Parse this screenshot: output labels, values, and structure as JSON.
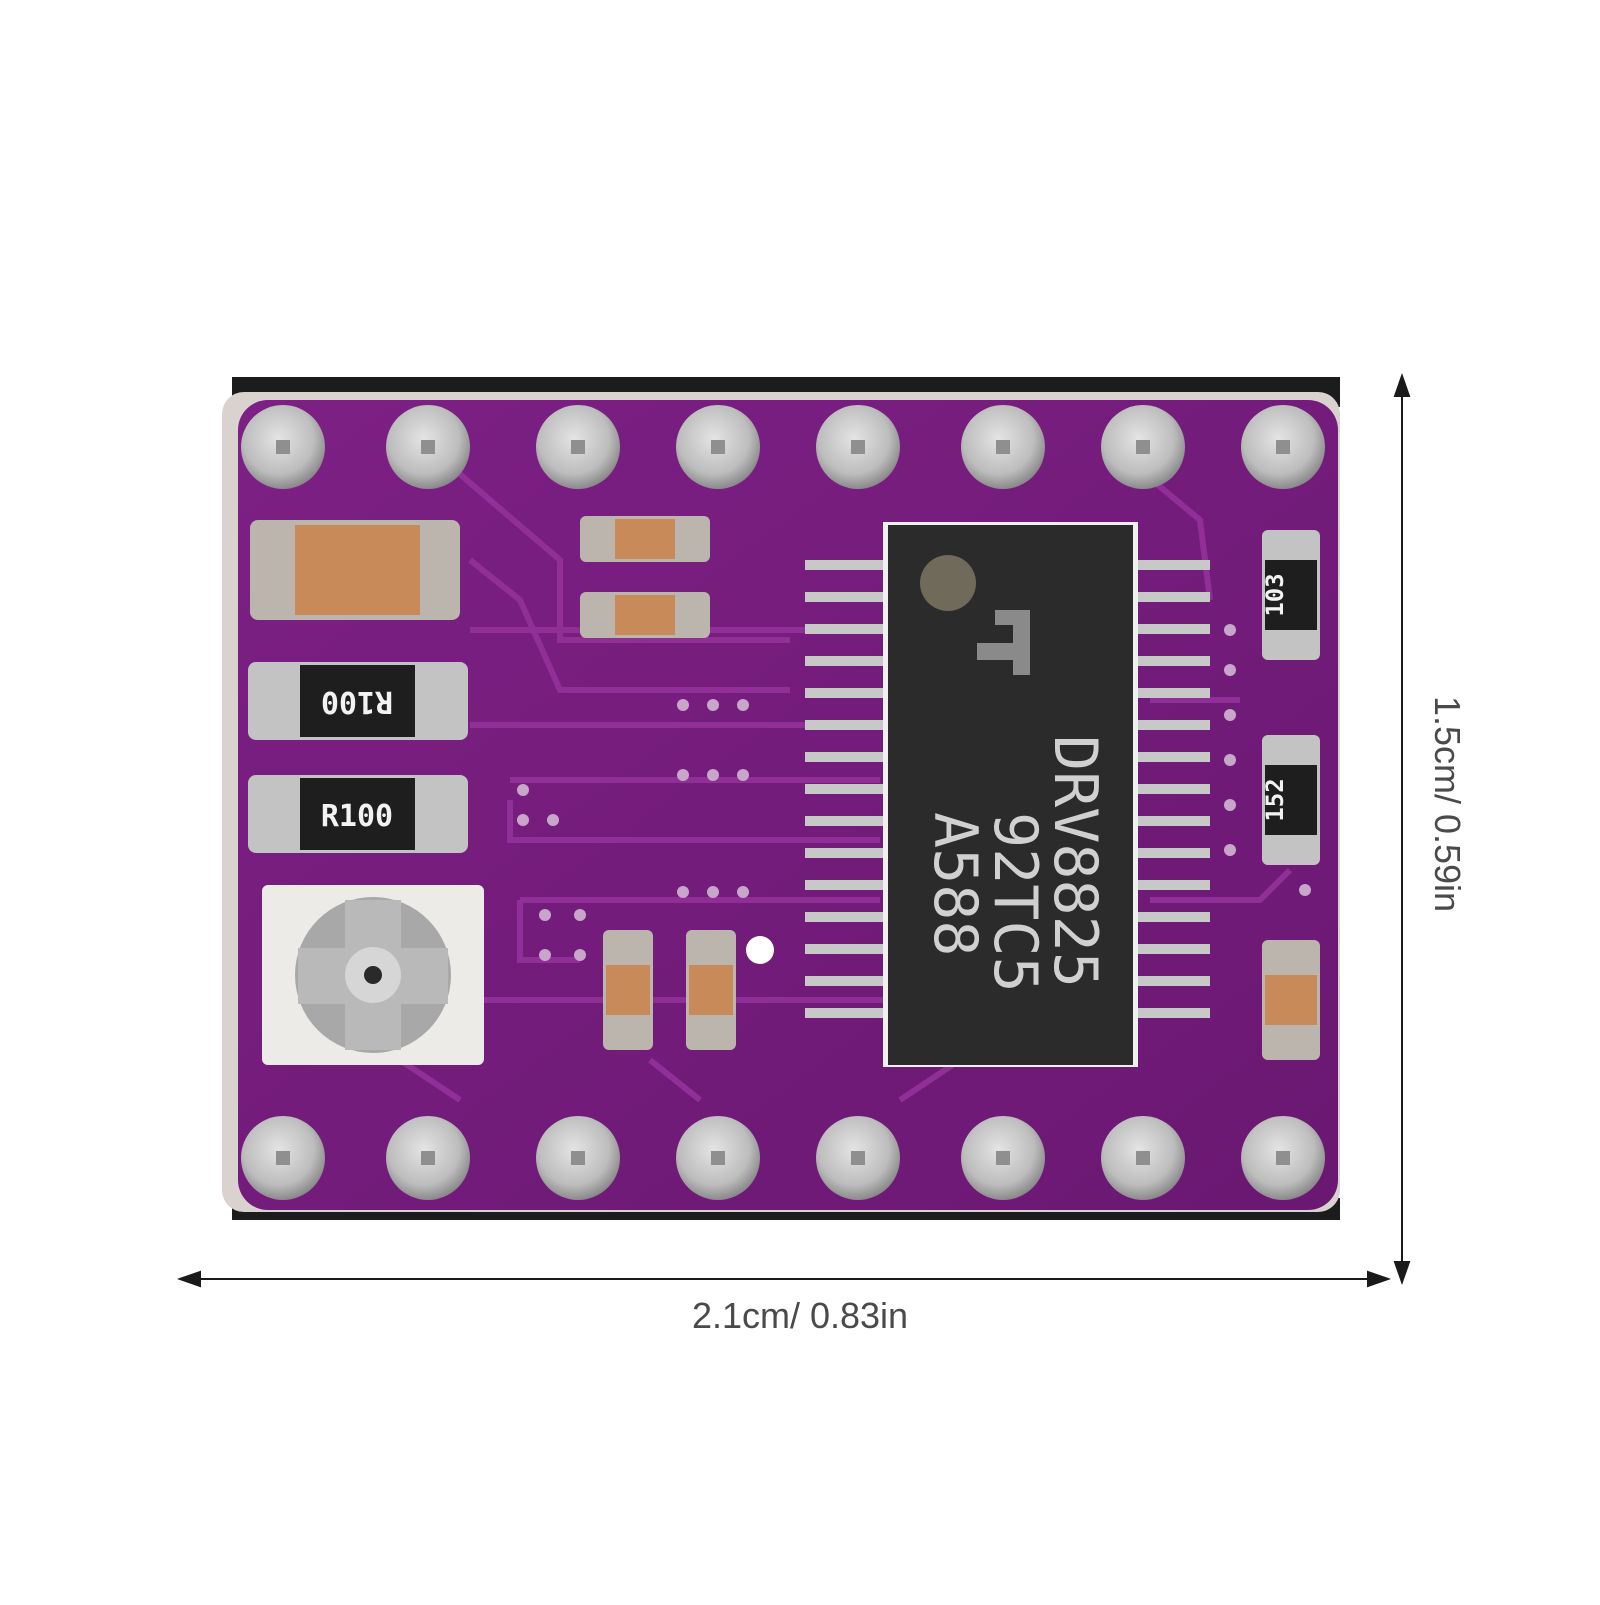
{
  "product_photo": {
    "name": "stepper motor driver board",
    "colors": {
      "board": "#7b1f82",
      "board_trace": "#8e2a94",
      "chip": "#2b2b2b",
      "pin": "#c8c8c8",
      "capacitor": "#c98a5a"
    },
    "driver_chip": {
      "line1": "DRV8825",
      "line2": "92TC5",
      "line3": "A588"
    },
    "resistors": {
      "sense_1": "R100",
      "sense_2": "R100",
      "top_right": "103",
      "middle_right": "152"
    }
  },
  "dimensions": {
    "width_label": "2.1cm/ 0.83in",
    "height_label": "1.5cm/ 0.59in"
  }
}
